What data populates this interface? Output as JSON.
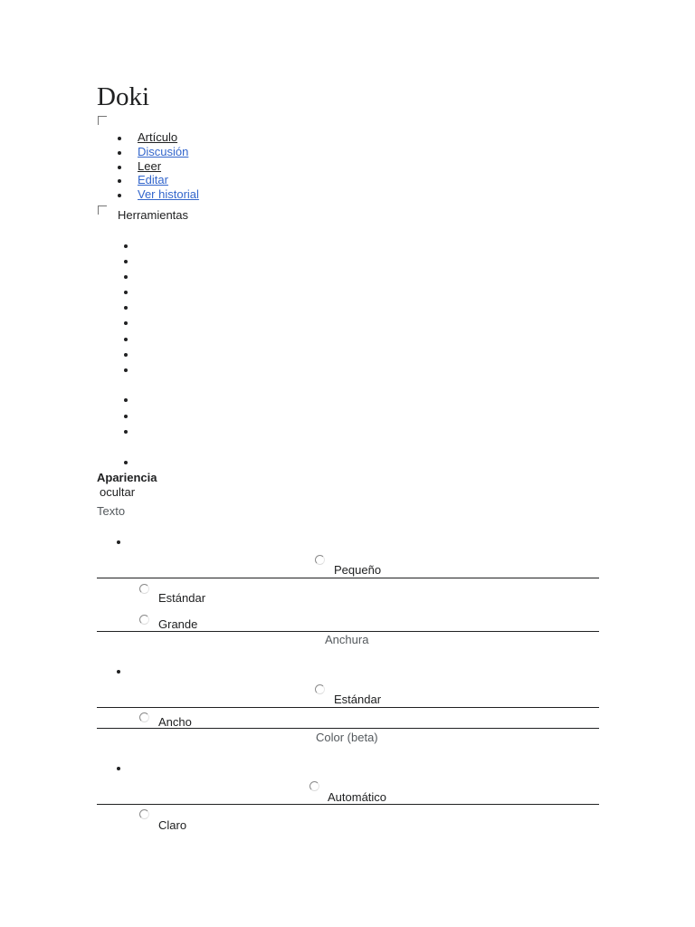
{
  "page": {
    "title": "Doki"
  },
  "nav": {
    "items": [
      {
        "label": "Artículo"
      },
      {
        "label": "Discusión"
      },
      {
        "label": "Leer"
      },
      {
        "label": "Editar"
      },
      {
        "label": "Ver historial"
      }
    ]
  },
  "tools": {
    "label": "Herramientas"
  },
  "appearance": {
    "heading": "Apariencia",
    "hide_label": "ocultar",
    "text_section": {
      "heading": "Texto",
      "options": [
        {
          "label": "Pequeño"
        },
        {
          "label": "Estándar"
        },
        {
          "label": "Grande"
        }
      ]
    },
    "width_section": {
      "heading": "Anchura",
      "options": [
        {
          "label": "Estándar"
        },
        {
          "label": "Ancho"
        }
      ]
    },
    "color_section": {
      "heading": "Color (beta)",
      "options": [
        {
          "label": "Automático"
        },
        {
          "label": "Claro"
        }
      ]
    }
  }
}
